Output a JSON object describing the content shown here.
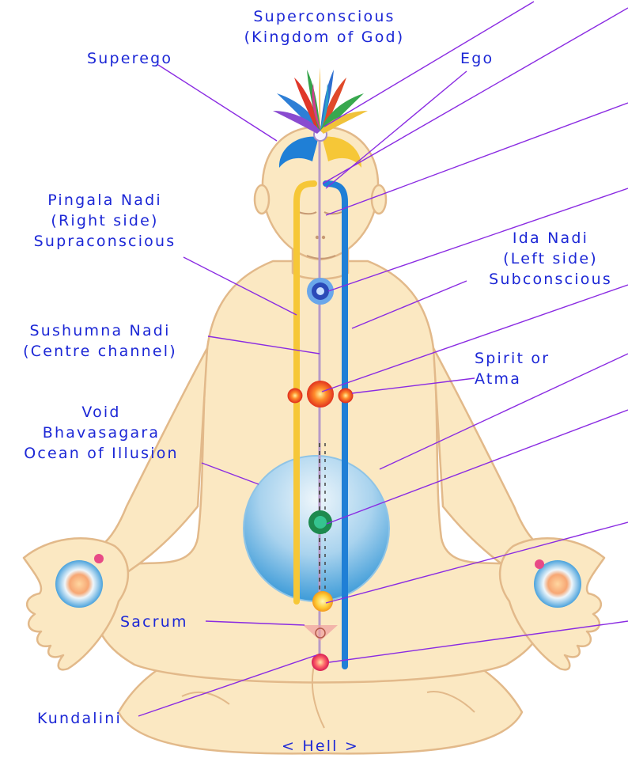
{
  "labels": {
    "superconscious": [
      "Superconscious",
      "(Kingdom of God)"
    ],
    "superego": "Superego",
    "ego": "Ego",
    "pingala": [
      "Pingala Nadi",
      "(Right side)",
      "Supraconscious"
    ],
    "ida": [
      "Ida Nadi",
      "(Left side)",
      "Subconscious"
    ],
    "sushumna": [
      "Sushumna Nadi",
      "(Centre channel)"
    ],
    "spirit": [
      "Spirit or",
      "Atma"
    ],
    "void": [
      "Void",
      "Bhavasagara",
      "Ocean of Illusion"
    ],
    "sacrum": "Sacrum",
    "kundalini": "Kundalini",
    "hell": "< Hell >"
  },
  "colors": {
    "label_text": "#1c27d6",
    "leader_line": "#8a2be2",
    "body_fill": "#fbe8c2",
    "body_outline": "#e2b98a",
    "left_channel": "#1f7fd6",
    "right_channel": "#f6c737",
    "center_channel": "#b79ac8",
    "void_top": "#cfe6f5",
    "void_bottom": "#4aa6de"
  },
  "icons": [
    "lotus-crown-icon",
    "chakra-icon",
    "hand-chakra-icon"
  ]
}
